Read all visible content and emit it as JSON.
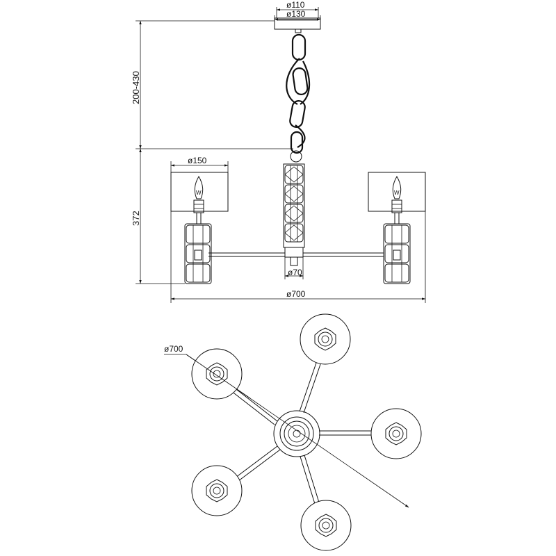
{
  "dimensions": {
    "canopy_inner": "ø110",
    "canopy_outer": "ø130",
    "chain_length": "200-430",
    "lamp_height": "372",
    "shade_diameter": "ø150",
    "hub_diameter": "ø70",
    "overall_width": "ø700",
    "top_view_diameter": "ø700"
  }
}
